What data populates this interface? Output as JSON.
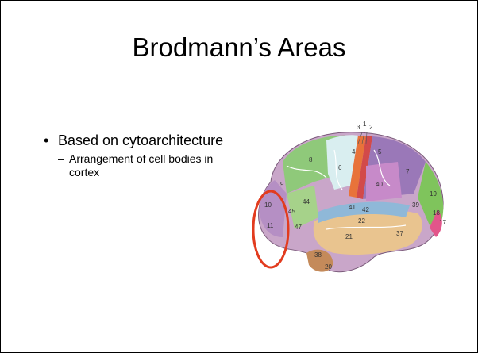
{
  "slide": {
    "title": "Brodmann’s Areas",
    "bullets": [
      {
        "text": "Based on cytoarchitecture",
        "sub": [
          "Arrangement of cell bodies in cortex"
        ]
      }
    ],
    "figure": {
      "area_numbers": [
        "3",
        "1",
        "2",
        "4",
        "5",
        "6",
        "8",
        "9",
        "10",
        "11",
        "44",
        "45",
        "40",
        "7",
        "39",
        "19",
        "18",
        "17",
        "41",
        "42",
        "22",
        "21",
        "37",
        "38",
        "20",
        "47"
      ],
      "highlight_color": "#e23b1e"
    }
  }
}
